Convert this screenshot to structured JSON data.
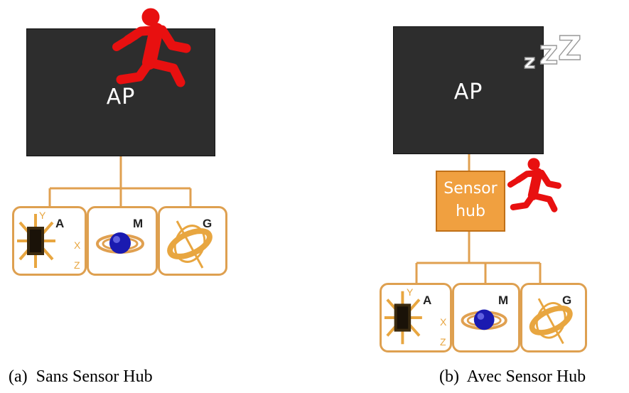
{
  "diagrams": [
    {
      "caption": "(a)  Sans Sensor Hub",
      "ap_label": "AP",
      "sensors": [
        {
          "letter": "A",
          "icon": "accelerometer-icon",
          "axes": [
            "Y",
            "X",
            "Z"
          ]
        },
        {
          "letter": "M",
          "icon": "magnetometer-icon"
        },
        {
          "letter": "G",
          "icon": "gyroscope-icon"
        }
      ],
      "ap_state_icon": "running-person-icon"
    },
    {
      "caption": "(b)  Avec Sensor Hub",
      "ap_label": "AP",
      "hub_label_line1": "Sensor",
      "hub_label_line2": "hub",
      "sensors": [
        {
          "letter": "A",
          "icon": "accelerometer-icon",
          "axes": [
            "Y",
            "X",
            "Z"
          ]
        },
        {
          "letter": "M",
          "icon": "magnetometer-icon"
        },
        {
          "letter": "G",
          "icon": "gyroscope-icon"
        }
      ],
      "ap_state_icon": "sleeping-zzz-icon",
      "hub_state_icon": "running-person-icon"
    }
  ],
  "colors": {
    "ap_fill": "#2d2d2d",
    "hub_fill": "#f0a040",
    "connector": "#e0a050",
    "runner": "#e81010",
    "magnet_ball": "#1a1ab0"
  }
}
